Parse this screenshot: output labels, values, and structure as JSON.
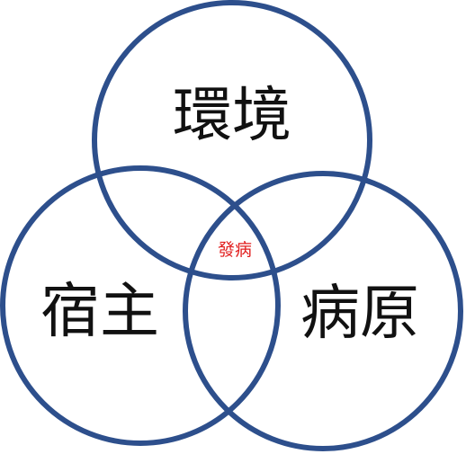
{
  "diagram": {
    "circle_color": "#2d4f8c",
    "center_color": "#e11d1d",
    "sets": [
      {
        "id": "environment",
        "label": "環境"
      },
      {
        "id": "host",
        "label": "宿主"
      },
      {
        "id": "pathogen",
        "label": "病原"
      }
    ],
    "intersection_label": "發病"
  }
}
